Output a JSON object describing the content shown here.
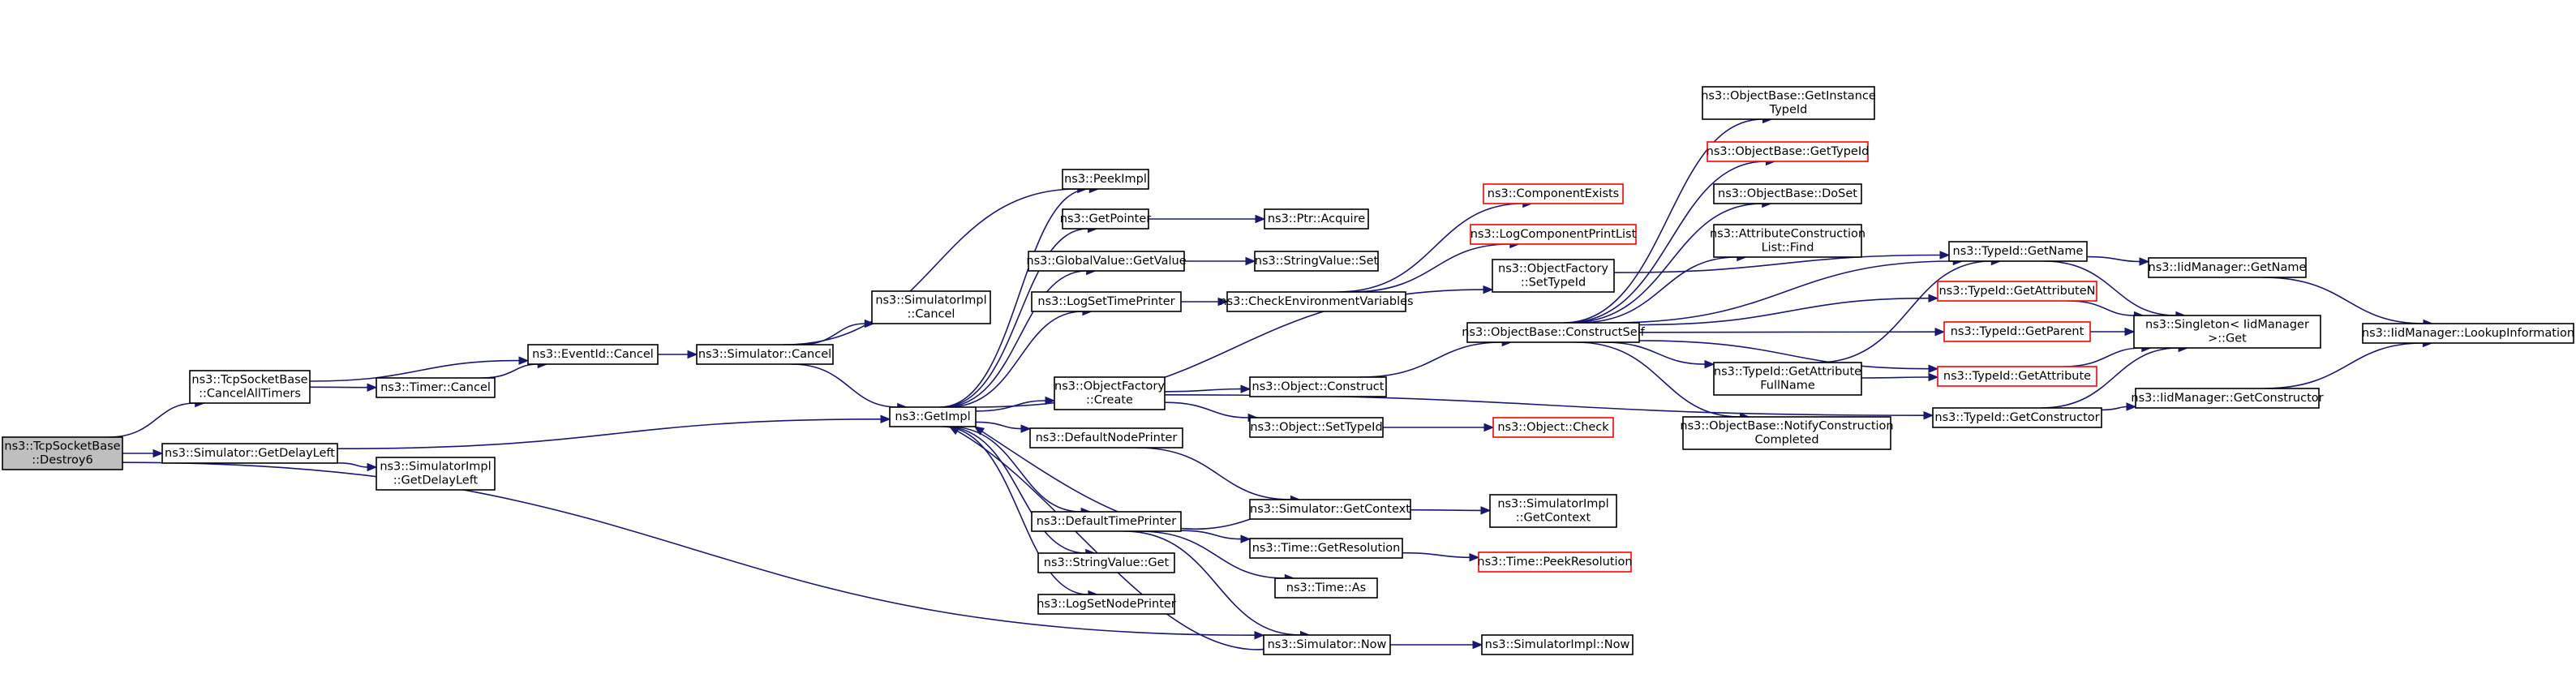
{
  "colors": {
    "edge": "#191970",
    "node_border": "#000000",
    "node_border_external": "#ff0000",
    "focus_fill": "#bfbfbf",
    "node_fill": "#ffffff"
  },
  "nodes": [
    {
      "id": "destroy6",
      "label": [
        "ns3::TcpSocketBase",
        "::Destroy6"
      ],
      "kind": "focus"
    },
    {
      "id": "cancelAllTimers",
      "label": [
        "ns3::TcpSocketBase",
        "::CancelAllTimers"
      ],
      "kind": "normal"
    },
    {
      "id": "getDelayLeft",
      "label": [
        "ns3::Simulator::GetDelayLeft"
      ],
      "kind": "normal"
    },
    {
      "id": "eventIdCancel",
      "label": [
        "ns3::EventId::Cancel"
      ],
      "kind": "normal"
    },
    {
      "id": "timerCancel",
      "label": [
        "ns3::Timer::Cancel"
      ],
      "kind": "normal"
    },
    {
      "id": "simImplGetDelayLeft",
      "label": [
        "ns3::SimulatorImpl",
        "::GetDelayLeft"
      ],
      "kind": "normal"
    },
    {
      "id": "simulatorCancel",
      "label": [
        "ns3::Simulator::Cancel"
      ],
      "kind": "normal"
    },
    {
      "id": "simImplCancel",
      "label": [
        "ns3::SimulatorImpl",
        "::Cancel"
      ],
      "kind": "normal"
    },
    {
      "id": "getImpl",
      "label": [
        "ns3::GetImpl"
      ],
      "kind": "normal"
    },
    {
      "id": "peekImpl",
      "label": [
        "ns3::PeekImpl"
      ],
      "kind": "normal"
    },
    {
      "id": "getPointer",
      "label": [
        "ns3::GetPointer"
      ],
      "kind": "normal"
    },
    {
      "id": "globalValueGetValue",
      "label": [
        "ns3::GlobalValue::GetValue"
      ],
      "kind": "normal"
    },
    {
      "id": "logSetTimePrinter",
      "label": [
        "ns3::LogSetTimePrinter"
      ],
      "kind": "normal"
    },
    {
      "id": "objectFactoryCreate",
      "label": [
        "ns3::ObjectFactory",
        "::Create"
      ],
      "kind": "normal"
    },
    {
      "id": "defaultNodePrinter",
      "label": [
        "ns3::DefaultNodePrinter"
      ],
      "kind": "normal"
    },
    {
      "id": "defaultTimePrinter",
      "label": [
        "ns3::DefaultTimePrinter"
      ],
      "kind": "normal"
    },
    {
      "id": "stringValueGet",
      "label": [
        "ns3::StringValue::Get"
      ],
      "kind": "normal"
    },
    {
      "id": "logSetNodePrinter",
      "label": [
        "ns3::LogSetNodePrinter"
      ],
      "kind": "normal"
    },
    {
      "id": "ptrAcquire",
      "label": [
        "ns3::Ptr::Acquire"
      ],
      "kind": "normal"
    },
    {
      "id": "stringValueSet",
      "label": [
        "ns3::StringValue::Set"
      ],
      "kind": "normal"
    },
    {
      "id": "checkEnvVars",
      "label": [
        "ns3::CheckEnvironmentVariables"
      ],
      "kind": "normal"
    },
    {
      "id": "objectConstruct",
      "label": [
        "ns3::Object::Construct"
      ],
      "kind": "normal"
    },
    {
      "id": "objectSetTypeId",
      "label": [
        "ns3::Object::SetTypeId"
      ],
      "kind": "normal"
    },
    {
      "id": "simulatorGetContext",
      "label": [
        "ns3::Simulator::GetContext"
      ],
      "kind": "normal"
    },
    {
      "id": "timeGetResolution",
      "label": [
        "ns3::Time::GetResolution"
      ],
      "kind": "normal"
    },
    {
      "id": "timeAs",
      "label": [
        "ns3::Time::As"
      ],
      "kind": "normal"
    },
    {
      "id": "simulatorNow",
      "label": [
        "ns3::Simulator::Now"
      ],
      "kind": "normal"
    },
    {
      "id": "componentExists",
      "label": [
        "ns3::ComponentExists"
      ],
      "kind": "external"
    },
    {
      "id": "logComponentPrintList",
      "label": [
        "ns3::LogComponentPrintList"
      ],
      "kind": "external"
    },
    {
      "id": "objectFactorySetTypeId",
      "label": [
        "ns3::ObjectFactory",
        "::SetTypeId"
      ],
      "kind": "normal"
    },
    {
      "id": "constructSelf",
      "label": [
        "ns3::ObjectBase::ConstructSelf"
      ],
      "kind": "normal"
    },
    {
      "id": "objectCheck",
      "label": [
        "ns3::Object::Check"
      ],
      "kind": "external"
    },
    {
      "id": "simImplGetContext",
      "label": [
        "ns3::SimulatorImpl",
        "::GetContext"
      ],
      "kind": "normal"
    },
    {
      "id": "timePeekResolution",
      "label": [
        "ns3::Time::PeekResolution"
      ],
      "kind": "external"
    },
    {
      "id": "simImplNow",
      "label": [
        "ns3::SimulatorImpl::Now"
      ],
      "kind": "normal"
    },
    {
      "id": "getInstanceTypeId",
      "label": [
        "ns3::ObjectBase::GetInstance",
        "TypeId"
      ],
      "kind": "normal"
    },
    {
      "id": "objectBaseGetTypeId",
      "label": [
        "ns3::ObjectBase::GetTypeId"
      ],
      "kind": "external"
    },
    {
      "id": "objectBaseDoSet",
      "label": [
        "ns3::ObjectBase::DoSet"
      ],
      "kind": "normal"
    },
    {
      "id": "attrConstructionListFind",
      "label": [
        "ns3::AttributeConstruction",
        "List::Find"
      ],
      "kind": "normal"
    },
    {
      "id": "typeIdGetAttributeFullName",
      "label": [
        "ns3::TypeId::GetAttribute",
        "FullName"
      ],
      "kind": "normal"
    },
    {
      "id": "notifyConstructionCompleted",
      "label": [
        "ns3::ObjectBase::NotifyConstruction",
        "Completed"
      ],
      "kind": "normal"
    },
    {
      "id": "typeIdGetName",
      "label": [
        "ns3::TypeId::GetName"
      ],
      "kind": "normal"
    },
    {
      "id": "typeIdGetAttributeN",
      "label": [
        "ns3::TypeId::GetAttributeN"
      ],
      "kind": "external"
    },
    {
      "id": "typeIdGetParent",
      "label": [
        "ns3::TypeId::GetParent"
      ],
      "kind": "external"
    },
    {
      "id": "typeIdGetAttribute",
      "label": [
        "ns3::TypeId::GetAttribute"
      ],
      "kind": "external"
    },
    {
      "id": "typeIdGetConstructor",
      "label": [
        "ns3::TypeId::GetConstructor"
      ],
      "kind": "normal"
    },
    {
      "id": "iidManagerGetName",
      "label": [
        "ns3::IidManager::GetName"
      ],
      "kind": "normal"
    },
    {
      "id": "singletonGet",
      "label": [
        "ns3::Singleton< IidManager",
        " >::Get"
      ],
      "kind": "normal"
    },
    {
      "id": "iidManagerGetConstructor",
      "label": [
        "ns3::IidManager::GetConstructor"
      ],
      "kind": "normal"
    },
    {
      "id": "lookupInformation",
      "label": [
        "ns3::IidManager::LookupInformation"
      ],
      "kind": "normal"
    }
  ],
  "edges": [
    [
      "destroy6",
      "cancelAllTimers"
    ],
    [
      "destroy6",
      "getDelayLeft"
    ],
    [
      "destroy6",
      "simulatorNow"
    ],
    [
      "cancelAllTimers",
      "eventIdCancel"
    ],
    [
      "cancelAllTimers",
      "timerCancel"
    ],
    [
      "timerCancel",
      "eventIdCancel"
    ],
    [
      "eventIdCancel",
      "simulatorCancel"
    ],
    [
      "getDelayLeft",
      "getImpl"
    ],
    [
      "getDelayLeft",
      "simImplGetDelayLeft"
    ],
    [
      "simulatorCancel",
      "simImplCancel"
    ],
    [
      "simulatorCancel",
      "getImpl"
    ],
    [
      "simulatorCancel",
      "peekImpl"
    ],
    [
      "getImpl",
      "peekImpl"
    ],
    [
      "getImpl",
      "getPointer"
    ],
    [
      "getImpl",
      "globalValueGetValue"
    ],
    [
      "getImpl",
      "logSetTimePrinter"
    ],
    [
      "getImpl",
      "objectFactoryCreate"
    ],
    [
      "getImpl",
      "defaultNodePrinter"
    ],
    [
      "getImpl",
      "defaultTimePrinter"
    ],
    [
      "getImpl",
      "stringValueGet"
    ],
    [
      "getImpl",
      "logSetNodePrinter"
    ],
    [
      "getImpl",
      "objectFactorySetTypeId"
    ],
    [
      "getPointer",
      "ptrAcquire"
    ],
    [
      "globalValueGetValue",
      "stringValueSet"
    ],
    [
      "logSetTimePrinter",
      "checkEnvVars"
    ],
    [
      "checkEnvVars",
      "componentExists"
    ],
    [
      "checkEnvVars",
      "logComponentPrintList"
    ],
    [
      "objectFactoryCreate",
      "objectConstruct"
    ],
    [
      "objectFactoryCreate",
      "objectSetTypeId"
    ],
    [
      "objectFactoryCreate",
      "typeIdGetConstructor"
    ],
    [
      "objectConstruct",
      "constructSelf"
    ],
    [
      "objectSetTypeId",
      "objectCheck"
    ],
    [
      "defaultNodePrinter",
      "simulatorGetContext"
    ],
    [
      "simulatorGetContext",
      "getImpl"
    ],
    [
      "simulatorGetContext",
      "simImplGetContext"
    ],
    [
      "defaultTimePrinter",
      "simulatorNow"
    ],
    [
      "defaultTimePrinter",
      "timeGetResolution"
    ],
    [
      "defaultTimePrinter",
      "timeAs"
    ],
    [
      "timeGetResolution",
      "timePeekResolution"
    ],
    [
      "simulatorNow",
      "getImpl"
    ],
    [
      "simulatorNow",
      "simImplNow"
    ],
    [
      "objectFactorySetTypeId",
      "typeIdGetName"
    ],
    [
      "constructSelf",
      "getInstanceTypeId"
    ],
    [
      "constructSelf",
      "objectBaseGetTypeId"
    ],
    [
      "constructSelf",
      "objectBaseDoSet"
    ],
    [
      "constructSelf",
      "attrConstructionListFind"
    ],
    [
      "constructSelf",
      "typeIdGetAttributeFullName"
    ],
    [
      "constructSelf",
      "notifyConstructionCompleted"
    ],
    [
      "constructSelf",
      "typeIdGetName"
    ],
    [
      "constructSelf",
      "typeIdGetAttributeN"
    ],
    [
      "constructSelf",
      "typeIdGetParent"
    ],
    [
      "constructSelf",
      "typeIdGetAttribute"
    ],
    [
      "typeIdGetAttributeFullName",
      "typeIdGetName"
    ],
    [
      "typeIdGetAttributeFullName",
      "typeIdGetAttribute"
    ],
    [
      "typeIdGetName",
      "iidManagerGetName"
    ],
    [
      "typeIdGetName",
      "singletonGet"
    ],
    [
      "typeIdGetAttributeN",
      "singletonGet"
    ],
    [
      "typeIdGetParent",
      "singletonGet"
    ],
    [
      "typeIdGetAttribute",
      "singletonGet"
    ],
    [
      "typeIdGetConstructor",
      "singletonGet"
    ],
    [
      "typeIdGetConstructor",
      "iidManagerGetConstructor"
    ],
    [
      "iidManagerGetName",
      "lookupInformation"
    ],
    [
      "iidManagerGetConstructor",
      "lookupInformation"
    ]
  ]
}
